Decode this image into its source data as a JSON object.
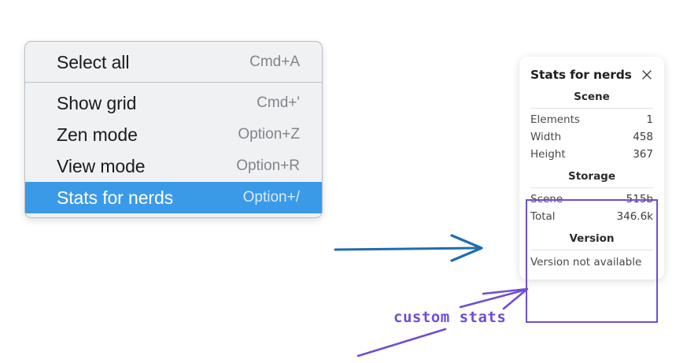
{
  "context_menu": {
    "sections": [
      {
        "items": [
          {
            "label": "Select all",
            "shortcut": "Cmd+A",
            "selected": false
          }
        ]
      },
      {
        "items": [
          {
            "label": "Show grid",
            "shortcut": "Cmd+'",
            "selected": false
          },
          {
            "label": "Zen mode",
            "shortcut": "Option+Z",
            "selected": false
          },
          {
            "label": "View mode",
            "shortcut": "Option+R",
            "selected": false
          },
          {
            "label": "Stats for nerds",
            "shortcut": "Option+/",
            "selected": true
          }
        ]
      }
    ],
    "highlight_color": "#3b9ae8"
  },
  "stats_panel": {
    "title": "Stats for nerds",
    "close_icon": "close-icon",
    "groups": [
      {
        "heading": "Scene",
        "rows": [
          {
            "key": "Elements",
            "value": "1"
          },
          {
            "key": "Width",
            "value": "458"
          },
          {
            "key": "Height",
            "value": "367"
          }
        ]
      },
      {
        "heading": "Storage",
        "rows": [
          {
            "key": "Scene",
            "value": "515b"
          },
          {
            "key": "Total",
            "value": "346.6k"
          }
        ]
      },
      {
        "heading": "Version",
        "note": "Version not available"
      }
    ]
  },
  "annotations": {
    "custom_stats_label": "custom stats",
    "highlight_color": "#6f4dd4",
    "flow_arrow_color": "#1f6cb0"
  }
}
